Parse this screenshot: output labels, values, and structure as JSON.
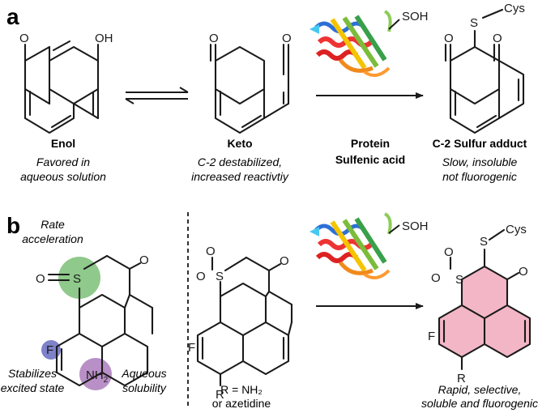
{
  "panels": [
    {
      "letter": "a"
    },
    {
      "letter": "b"
    }
  ],
  "compounds_a": [
    {
      "name": "Enol",
      "note1": "Favored in",
      "note2": "aqueous solution"
    },
    {
      "name": "Keto",
      "note1": "C-2 destabilized,",
      "note2": "increased reactivtiy"
    },
    {
      "name": "C-2 Sulfur adduct",
      "note1": "Slow, insoluble",
      "note2": "not fluorogenic"
    }
  ],
  "reagent": {
    "line1": "Protein",
    "line2": "Sulfenic acid",
    "group": "SOH"
  },
  "atoms": {
    "O": "O",
    "OH": "OH",
    "S": "S",
    "Cys": "Cys",
    "F": "F",
    "NH2": "NH",
    "NH2_sub": "2",
    "R": "R"
  },
  "probe_annotations": {
    "rate1": "Rate",
    "rate2": "acceleration",
    "stab1": "Stabilizes",
    "stab2": "excited state",
    "aq1": "Aqueous",
    "aq2": "solubility"
  },
  "r_group": {
    "line1": "R = NH₂",
    "line2": "or azetidine"
  },
  "product_b": {
    "line1": "Rapid, selective,",
    "line2": "soluble and fluorogenic"
  },
  "colors": {
    "green_circle": "#8fc98b",
    "blue_circle": "#7d82c9",
    "purple_circle": "#b88fc6",
    "pink_fill": "#f3b6c6"
  }
}
